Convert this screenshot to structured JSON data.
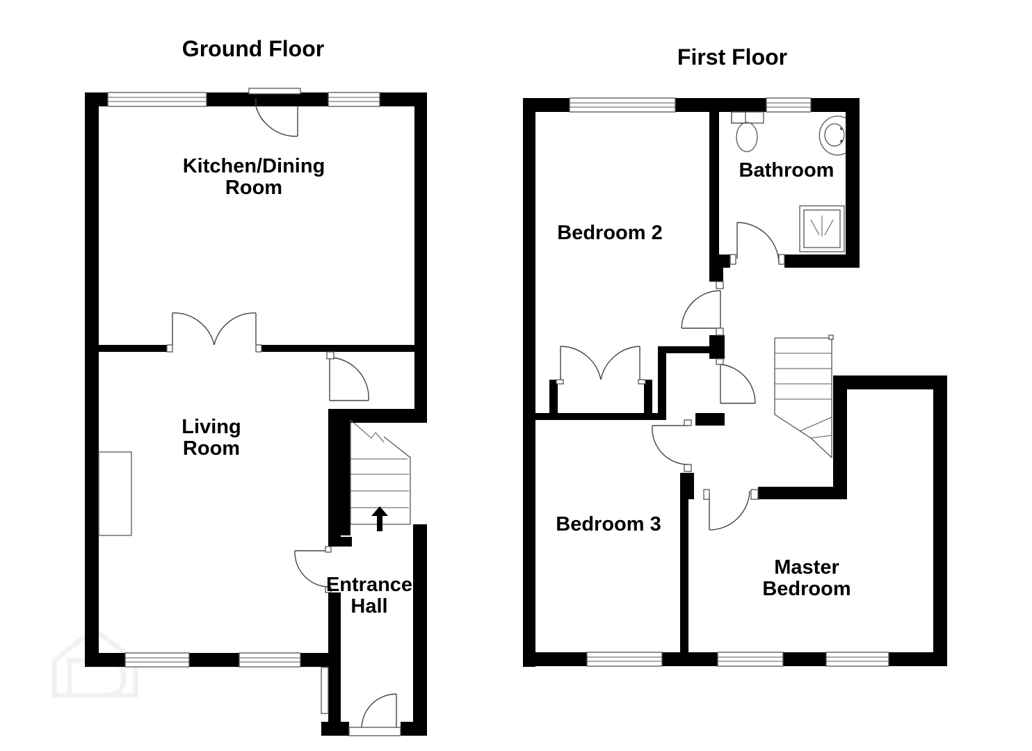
{
  "floors": [
    {
      "title": "Ground Floor",
      "rooms": [
        {
          "lines": [
            "Kitchen/Dining",
            "Room"
          ]
        },
        {
          "lines": [
            "Living",
            "Room"
          ]
        },
        {
          "lines": [
            "Entrance",
            "Hall"
          ]
        }
      ]
    },
    {
      "title": "First Floor",
      "rooms": [
        {
          "lines": [
            "Bathroom"
          ]
        },
        {
          "lines": [
            "Bedroom 2"
          ]
        },
        {
          "lines": [
            "Bedroom 3"
          ]
        },
        {
          "lines": [
            "Master",
            "Bedroom"
          ]
        }
      ]
    }
  ],
  "watermark": {
    "text": "P"
  },
  "colors": {
    "wall": "#000000",
    "fixture": "#555555",
    "watermark": "#e6e6e6"
  }
}
